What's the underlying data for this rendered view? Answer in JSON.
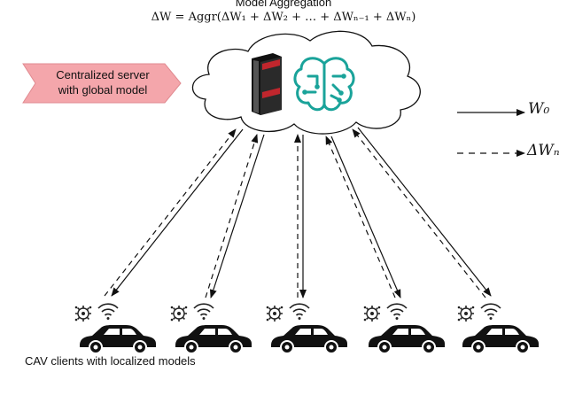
{
  "aggregation": {
    "title": "Model Aggregation",
    "formula": "ΔW  = Aggr(ΔW₁ + ΔW₂ +  …  + ΔWₙ₋₁ + ΔWₙ)"
  },
  "server": {
    "label_line1": "Centralized server",
    "label_line2": "with global model",
    "server_icon": "server-tower-icon",
    "brain_icon": "ai-brain-icon",
    "brain_color": "#1aa39a",
    "banner_color": "#f4a6ab"
  },
  "legend": {
    "solid_label": "W₀",
    "dashed_label": "ΔWₙ"
  },
  "clients": {
    "label": "CAV clients with localized models",
    "count": 5,
    "icons": [
      "model-gear-icon",
      "wifi-icon",
      "car-icon"
    ]
  }
}
